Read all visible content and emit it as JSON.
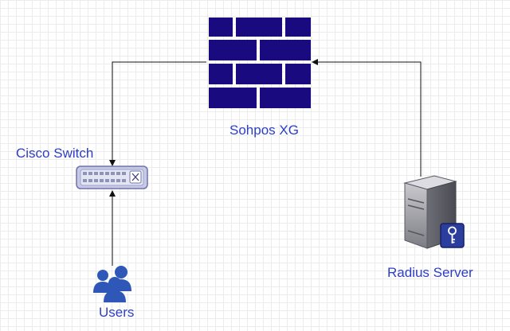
{
  "diagram": {
    "nodes": {
      "firewall": {
        "label": "Sohpos XG",
        "icon": "firewall-brick-wall-icon",
        "color": "#1a0a7f"
      },
      "switch": {
        "label": "Cisco Switch",
        "icon": "network-switch-icon"
      },
      "users": {
        "label": "Users",
        "icon": "users-group-icon",
        "color": "#2e57b8"
      },
      "radius": {
        "label": "Radius Server",
        "icon": "server-with-key-icon"
      }
    },
    "edges": [
      {
        "from": "firewall",
        "to": "switch"
      },
      {
        "from": "users",
        "to": "switch"
      },
      {
        "from": "radius",
        "to": "firewall"
      }
    ],
    "label_color": "#2d3ec6"
  }
}
